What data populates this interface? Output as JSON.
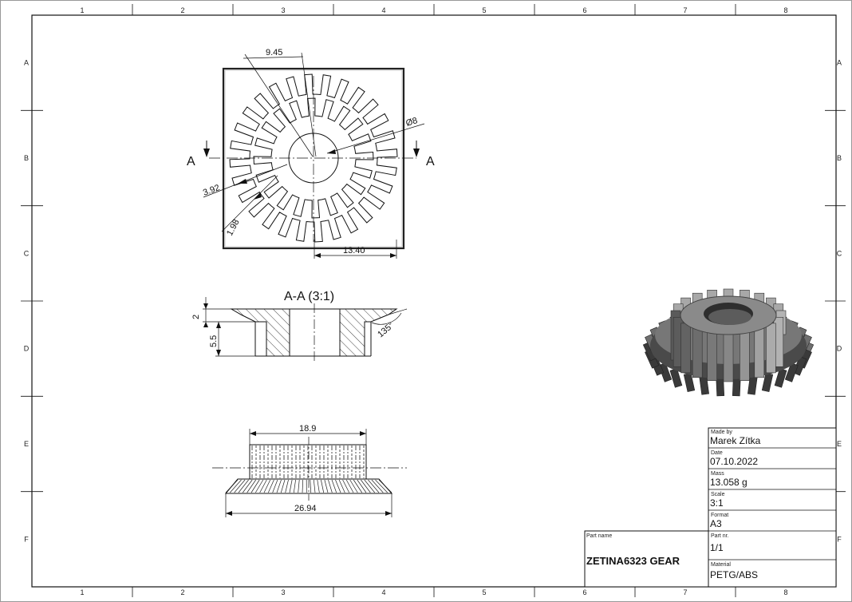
{
  "zones": {
    "columns": [
      "1",
      "2",
      "3",
      "4",
      "5",
      "6",
      "7",
      "8"
    ],
    "rows": [
      "A",
      "B",
      "C",
      "D",
      "E",
      "F"
    ]
  },
  "top_view": {
    "dim_9_45": "9.45",
    "dim_dia8": "Ø8",
    "dim_3_92": "3.92",
    "dim_1_98": "1.98",
    "dim_13_40": "13.40",
    "cut_label_left": "A",
    "cut_label_right": "A",
    "tooth_count_outer": 28,
    "tooth_count_inner": 20
  },
  "section_view": {
    "title": "A-A (3:1)",
    "dim_2": "2",
    "dim_5_5": "5.5",
    "dim_135": "135°"
  },
  "side_view": {
    "dim_18_9": "18.9",
    "dim_26_94": "26.94"
  },
  "title_block": {
    "made_by_label": "Made by",
    "made_by": "Marek Zítka",
    "date_label": "Date",
    "date": "07.10.2022",
    "mass_label": "Mass",
    "mass": "13.058 g",
    "scale_label": "Scale",
    "scale": "3:1",
    "format_label": "Format",
    "format": "A3",
    "part_name_label": "Part name",
    "part_name": "ZETINA6323 GEAR",
    "part_nr_label": "Part nr.",
    "part_nr": "1/1",
    "material_label": "Material",
    "material": "PETG/ABS"
  },
  "colors": {
    "line": "#111111",
    "gear_dark": "#3a3a3a",
    "gear_mid": "#6e6e6e",
    "gear_light": "#a8a8a8"
  }
}
